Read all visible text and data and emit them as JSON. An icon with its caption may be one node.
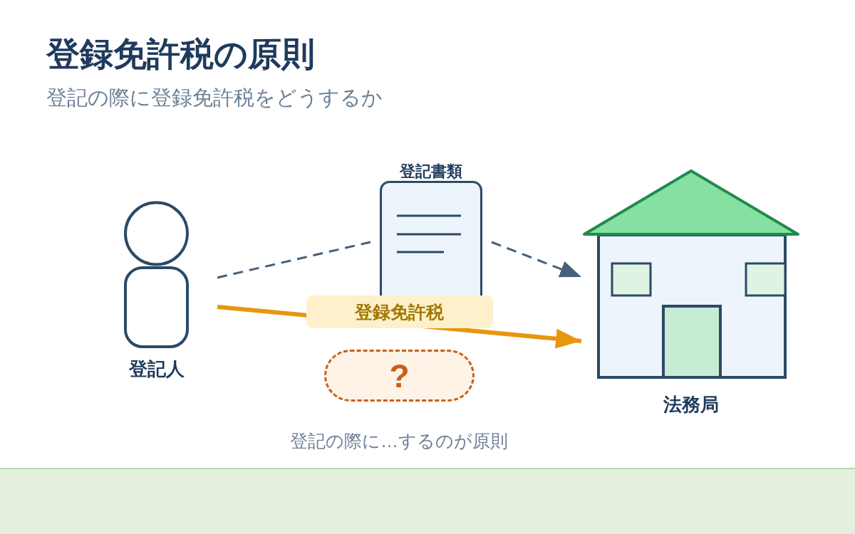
{
  "diagram": {
    "title": "登録免許税の原則",
    "nodes": [
      {
        "text": [
          "登記人"
        ]
      },
      {
        "text": [
          "登記書類"
        ]
      },
      {
        "text": [
          "法務局"
        ]
      },
      {
        "text": [
          "?"
        ]
      }
    ],
    "edges": [
      {
        "from": 0,
        "to": 1,
        "arrow": "none",
        "style": "dashed"
      },
      {
        "from": 1,
        "to": 2,
        "arrow": "to",
        "style": "dashed"
      },
      {
        "from": 0,
        "to": 2,
        "arrow": "to",
        "label": "登録免許税",
        "style": "thick",
        "color": "#e8960f"
      }
    ],
    "labels": [
      "登記の際に登録免許税をどうするか",
      "登記の際に…するのが原則"
    ]
  }
}
